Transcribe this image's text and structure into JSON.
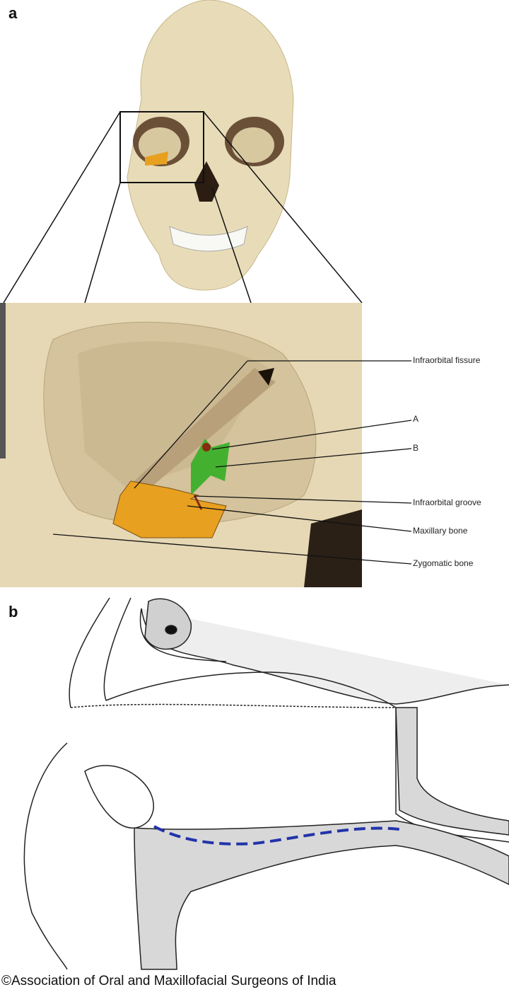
{
  "panel_a": {
    "letter": "a",
    "labels": {
      "infraorbital_fissure": "Infraorbital fissure",
      "a": "A",
      "b": "B",
      "infraorbital_groove": "Infraorbital groove",
      "maxillary_bone": "Maxillary bone",
      "zygomatic_bone": "Zygomatic bone"
    },
    "colors": {
      "maxillary_highlight": "#e8a020",
      "b_highlight": "#44b030",
      "a_highlight": "#8a2a10",
      "groove_line": "#2233aa"
    }
  },
  "panel_b": {
    "letter": "b",
    "colors": {
      "dashed_line": "#2233aa"
    }
  },
  "copyright": "©Association of Oral and Maxillofacial Surgeons of India"
}
